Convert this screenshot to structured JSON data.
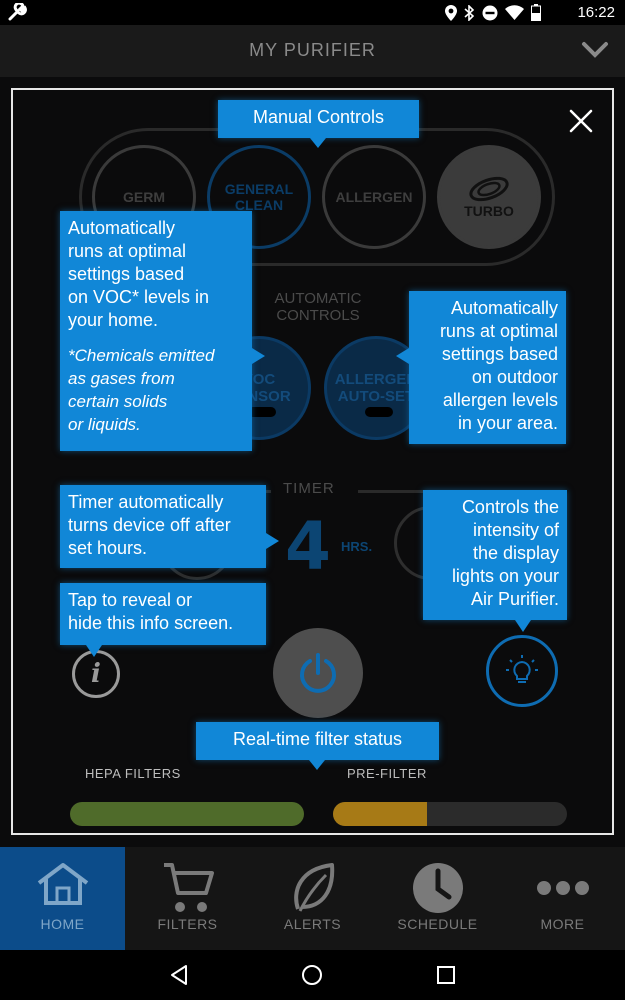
{
  "status_bar": {
    "time": "16:22",
    "icons": [
      "wrench-icon",
      "location-icon",
      "bluetooth-icon",
      "do-not-disturb-icon",
      "wifi-icon",
      "battery-icon"
    ]
  },
  "header": {
    "title": "MY PURIFIER",
    "menu_icon": "chevron-down-icon"
  },
  "manual_modes": [
    {
      "label": "GERM"
    },
    {
      "label": "GENERAL CLEAN"
    },
    {
      "label": "ALLERGEN"
    },
    {
      "label": "TURBO"
    }
  ],
  "auto_controls": {
    "label": "AUTOMATIC CONTROLS",
    "voc_label": "VOC SENSOR",
    "allergen_label": "ALLERGEN AUTO-SET"
  },
  "timer": {
    "label": "TIMER",
    "value": "4",
    "unit": "HRS."
  },
  "filters": {
    "hepa_label": "HEPA FILTERS",
    "hepa_level": 1.0,
    "hepa_color": "#4f6b2a",
    "prefilter_label": "PRE-FILTER",
    "prefilter_level": 0.4,
    "prefilter_color": "#a77a16"
  },
  "tips": {
    "manual": "Manual Controls",
    "voc_lines": [
      "Automatically",
      "runs at optimal",
      "settings based",
      "on VOC* levels in",
      "your home."
    ],
    "voc_note_lines": [
      "*Chemicals emitted",
      "as gases from",
      "certain solids",
      "or liquids."
    ],
    "allergen_lines": [
      "Automatically",
      "runs at optimal",
      "settings based",
      "on outdoor",
      "allergen levels",
      "in your area."
    ],
    "timer_lines": [
      "Timer automatically",
      "turns device off after",
      "set hours."
    ],
    "light_lines": [
      "Controls the",
      "intensity of",
      "the display",
      "lights on your",
      "Air Purifier."
    ],
    "info_lines": [
      "Tap to reveal or",
      "hide this info screen."
    ],
    "filter": "Real-time filter status"
  },
  "colors": {
    "tip_blue": "#1187d7",
    "nav_active": "#0c4c8a"
  },
  "nav": [
    {
      "label": "HOME",
      "icon": "home-icon",
      "active": true
    },
    {
      "label": "FILTERS",
      "icon": "cart-icon",
      "active": false
    },
    {
      "label": "ALERTS",
      "icon": "leaf-icon",
      "active": false
    },
    {
      "label": "SCHEDULE",
      "icon": "clock-icon",
      "active": false
    },
    {
      "label": "MORE",
      "icon": "more-icon",
      "active": false
    }
  ]
}
